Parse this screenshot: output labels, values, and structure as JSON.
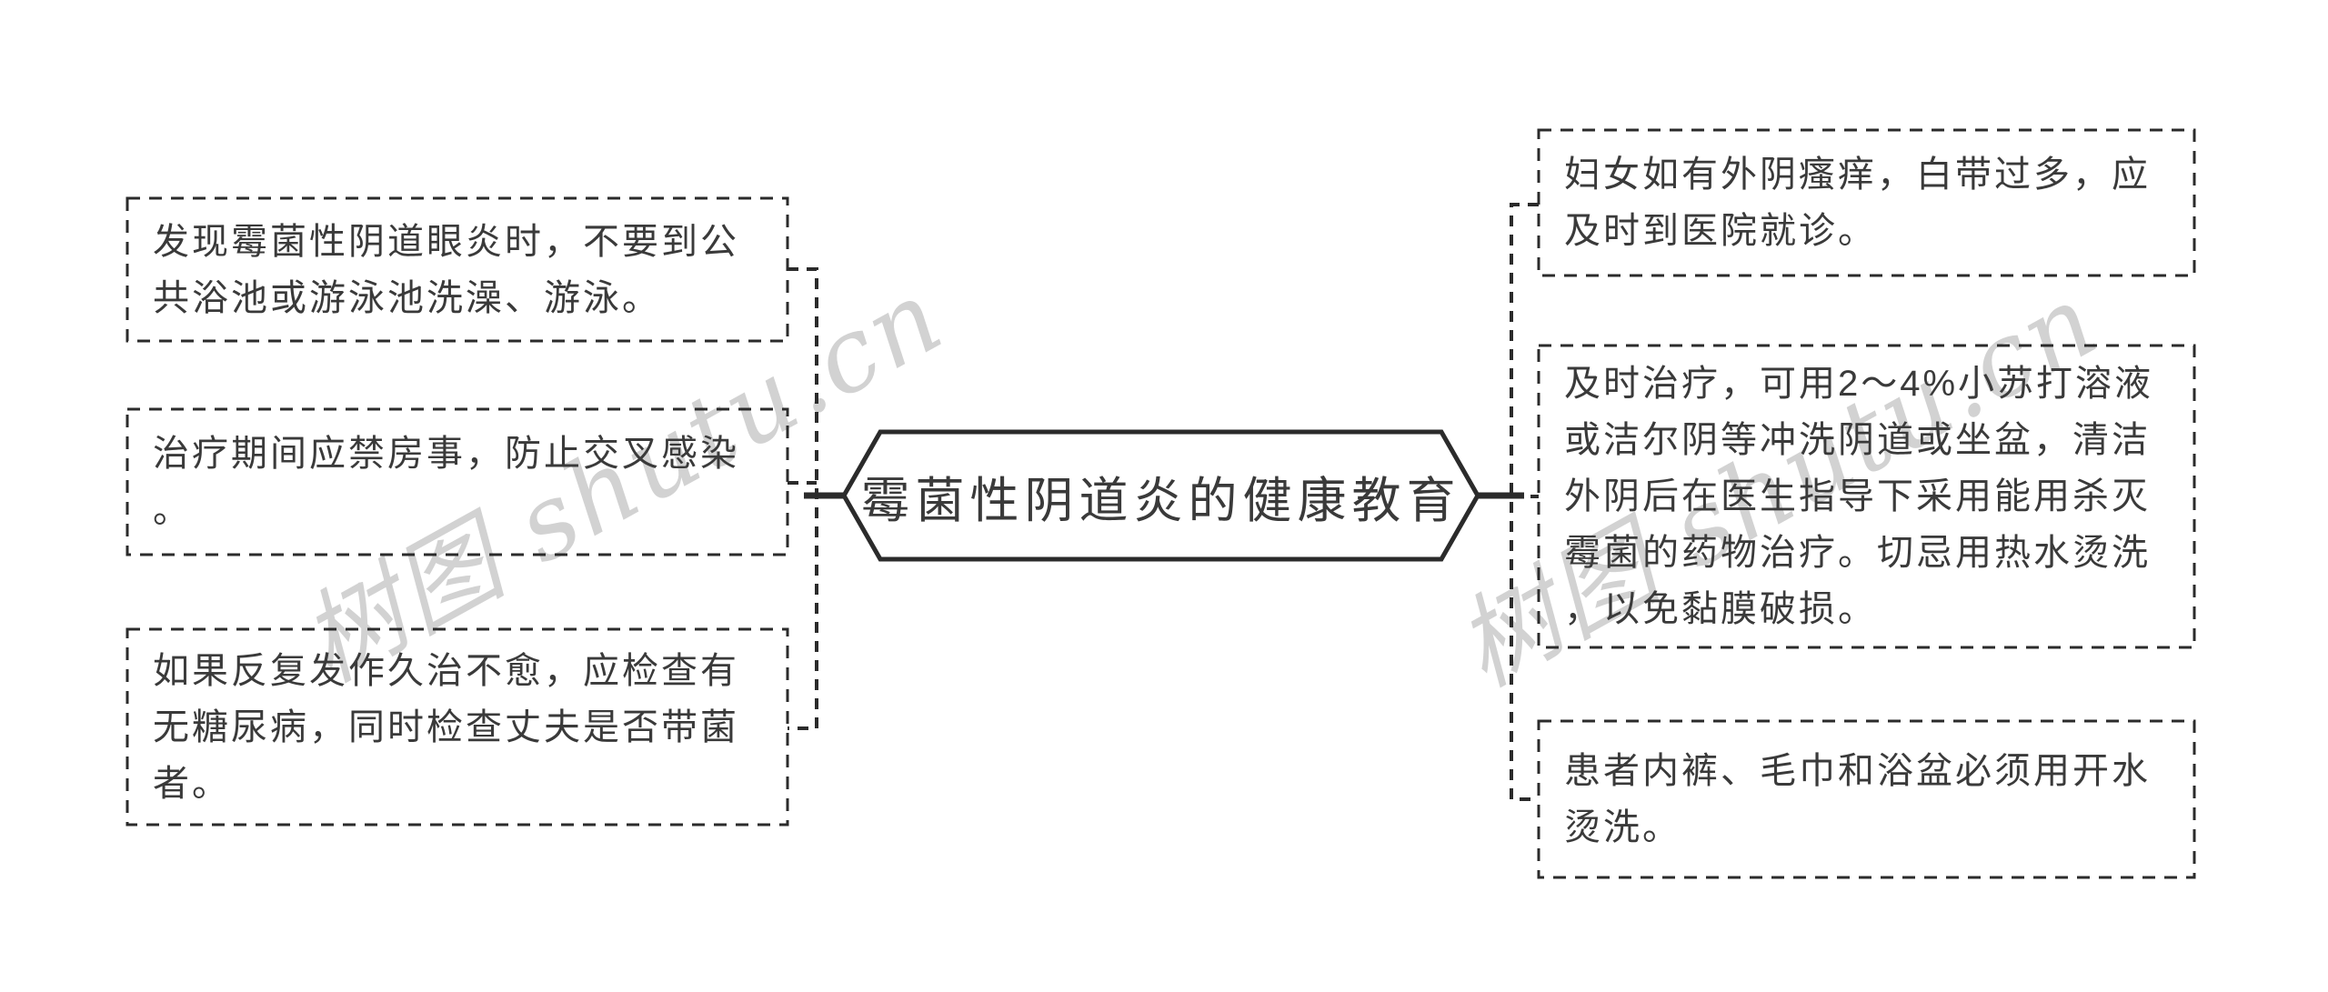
{
  "root": {
    "label": "霉菌性阴道炎的健康教育"
  },
  "branches": {
    "left": [
      {
        "text": "发现霉菌性阴道眼炎时，不要到公共浴池或游泳池洗澡、游泳。"
      },
      {
        "text": "治疗期间应禁房事，防止交叉感染。"
      },
      {
        "text": "如果反复发作久治不愈，应检查有无糖尿病，同时检查丈夫是否带菌者。"
      }
    ],
    "right": [
      {
        "text": "妇女如有外阴瘙痒，白带过多，应及时到医院就诊。"
      },
      {
        "text": "及时治疗，可用2～4%小苏打溶液或洁尔阴等冲洗阴道或坐盆，清洁外阴后在医生指导下采用能用杀灭霉菌的药物治疗。切忌用热水烫洗，以免黏膜破损。"
      },
      {
        "text": "患者内裤、毛巾和浴盆必须用开水烫洗。"
      }
    ]
  },
  "watermark": {
    "text": "树图 shutu.cn"
  },
  "colors": {
    "line": "#2b2b2b",
    "text": "#3a3a3a",
    "watermark": "#d2d2d2",
    "background": "#ffffff"
  }
}
